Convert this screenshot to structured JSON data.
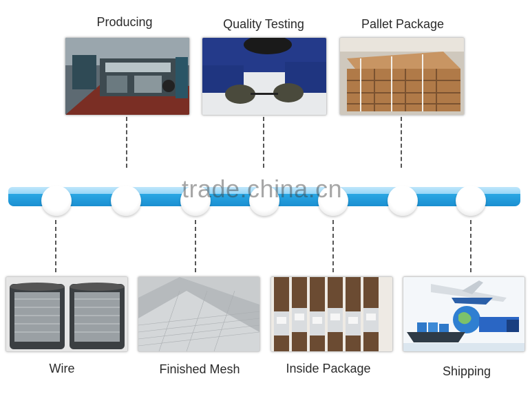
{
  "steps": {
    "producing": "Producing",
    "quality_testing": "Quality Testing",
    "pallet_package": "Pallet Package",
    "wire": "Wire",
    "finished_mesh": "Finished Mesh",
    "inside_package": "Inside Package",
    "shipping": "Shipping"
  },
  "watermark": "trade.china.cn",
  "colors": {
    "timeline": "#1b8fd1",
    "timeline_highlight": "#8fd3f6",
    "connector": "#555555"
  }
}
